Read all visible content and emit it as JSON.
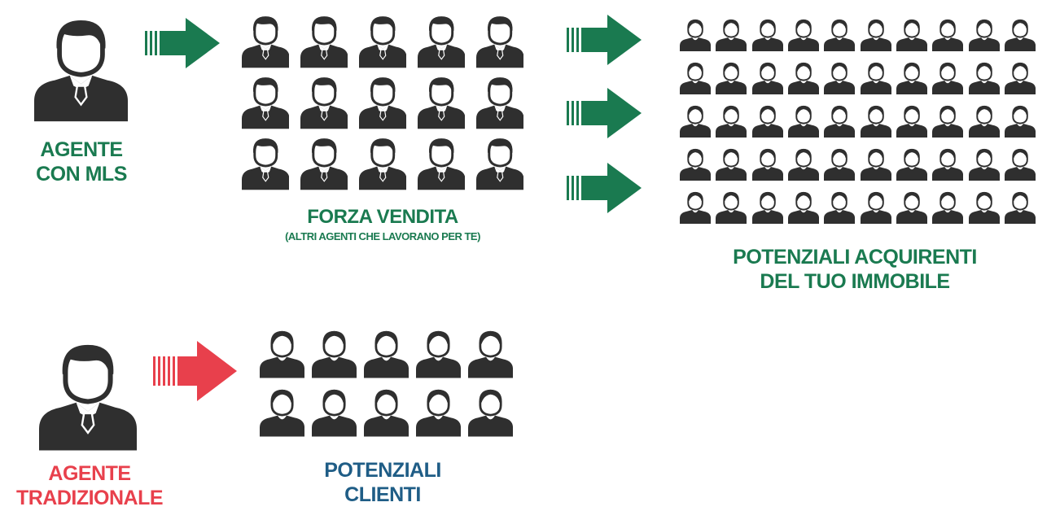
{
  "colors": {
    "green": "#1a7a50",
    "red": "#e8404c",
    "blue": "#1f5d86",
    "icon": "#2f2f2f"
  },
  "mls_agent": {
    "label_line1": "AGENTE",
    "label_line2": "CON MLS",
    "icon": "businessman-icon"
  },
  "sales_force": {
    "title": "FORZA VENDITA",
    "subtitle": "(ALTRI AGENTI CHE LAVORANO PER TE)",
    "rows": 3,
    "cols": 5,
    "icon": "businessman-icon"
  },
  "buyers": {
    "label_line1": "POTENZIALI ACQUIRENTI",
    "label_line2": "DEL TUO IMMOBILE",
    "rows": 5,
    "cols": 10,
    "icon": "person-icon"
  },
  "traditional_agent": {
    "label_line1": "AGENTE",
    "label_line2": "TRADIZIONALE",
    "icon": "businessman-icon"
  },
  "clients": {
    "label_line1": "POTENZIALI",
    "label_line2": "CLIENTI",
    "rows": 2,
    "cols": 5,
    "icon": "person-icon"
  }
}
